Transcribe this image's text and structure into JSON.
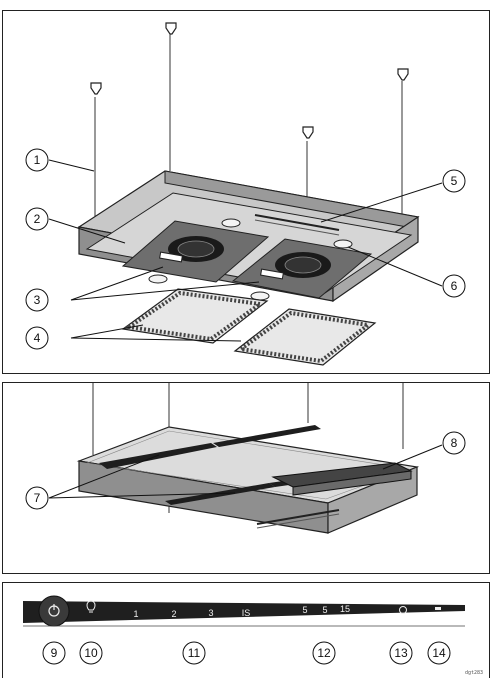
{
  "callouts": {
    "c1": "1",
    "c2": "2",
    "c3": "3",
    "c4": "4",
    "c5": "5",
    "c6": "6",
    "c7": "7",
    "c8": "8",
    "c9": "9",
    "c10": "10",
    "c11": "11",
    "c12": "12",
    "c13": "13",
    "c14": "14"
  },
  "control_panel": {
    "fan_levels": [
      "1",
      "2",
      "3",
      "IS"
    ],
    "timer_values": [
      "5",
      "5",
      "15"
    ]
  },
  "drawing_code": "dgt283"
}
